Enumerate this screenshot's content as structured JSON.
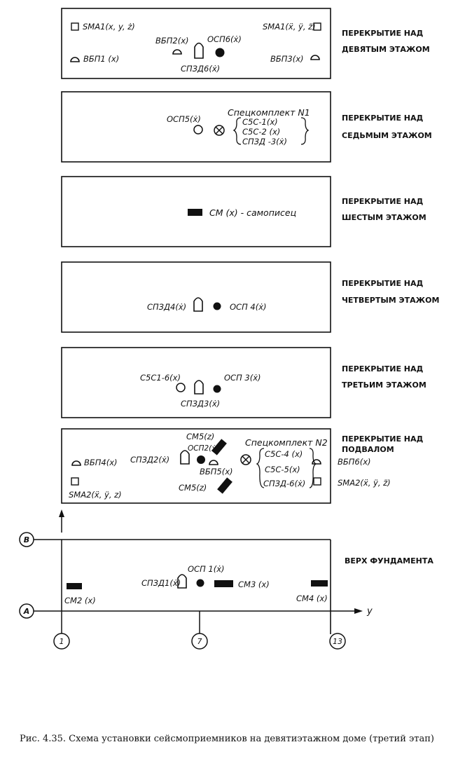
{
  "panel1": {
    "floor_line1": "ПЕРЕКРЫТИЕ НАД",
    "floor_line2": "ДЕВЯТЫМ ЭТАЖОМ",
    "sma1_left": "SMA1(x, y, ż)",
    "sma1_right": "SMA1(ẍ, ӱ, z̈)",
    "vbp1": "ВБП1 (x)",
    "vbp2": "ВБП2(x)",
    "osp6": "ОСП6(ẋ)",
    "spzd6": "СПЗД6(ẋ)",
    "vbp3": "ВБП3(x)"
  },
  "panel2": {
    "floor_line1": "ПЕРЕКРЫТИЕ НАД",
    "floor_line2": "СЕДЬМЫМ ЭТАЖОМ",
    "osp5": "ОСП5(ẋ)",
    "spec_title": "Спецкомплект N1",
    "spec_items": [
      "С5С-1(x)",
      "С5С-2 (x)",
      "СПЗД -3(ẋ)"
    ]
  },
  "panel3": {
    "floor_line1": "ПЕРЕКРЫТИЕ НАД",
    "floor_line2": "ШЕСТЫМ ЭТАЖОМ",
    "sm": "СМ (x) - самописец"
  },
  "panel4": {
    "floor_line1": "ПЕРЕКРЫТИЕ НАД",
    "floor_line2": "ЧЕТВЕРТЫМ ЭТАЖОМ",
    "spzd4": "СПЗД4(ẋ)",
    "osp4": "ОСП 4(ẋ)"
  },
  "panel5": {
    "floor_line1": "ПЕРЕКРЫТИЕ НАД",
    "floor_line2": "ТРЕТЬИМ ЭТАЖОМ",
    "s5s1": "С5С1-6(x)",
    "osp3": "ОСП 3(ẋ)",
    "spzd3": "СПЗД3(ẋ)"
  },
  "panel6": {
    "floor_line1": "ПЕРЕКРЫТИЕ НАД",
    "floor_line2": "ПОДВАЛОМ",
    "sm5_top": "СМ5(z)",
    "osp2": "ОСП2(ẋ)",
    "spzd2": "СПЗД2(ẋ)",
    "vbp4": "ВБП4(x)",
    "vbp5": "ВБП5(x)",
    "sma2_left": "SMA2(ẍ, ӱ, z)",
    "sm5_bottom": "СМ5(z)",
    "spec_title": "Спецкомплект N2",
    "spec_items": [
      "С5С-4 (x)",
      "С5С-5(x)",
      "СПЗД-6(ẋ)"
    ],
    "vbp6": "ВБП6(x)",
    "sma2_right": "SMA2(ẍ, ӱ, z̈)"
  },
  "foundation": {
    "title": "ВЕРХ ФУНДАМЕНТА",
    "osp1": "ОСП 1(ẋ)",
    "spzd1": "СПЗД1(ẋ)",
    "sm3": "СМ3 (x)",
    "sm2": "СМ2 (x)",
    "sm4": "СМ4 (x)",
    "axis_b": "В",
    "axis_a": "А",
    "axis_y": "у",
    "grid_1": "1",
    "grid_7": "7",
    "grid_13": "13"
  },
  "caption": "Рис. 4.35. Схема установки сейсмоприемников на девятиэтажном доме (третий этап)"
}
